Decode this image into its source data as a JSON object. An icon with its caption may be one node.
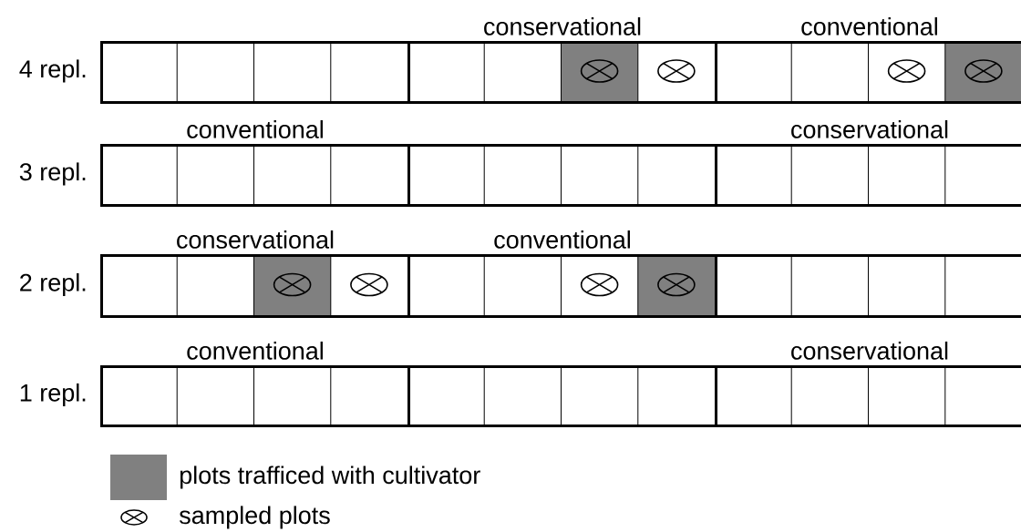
{
  "diagram": {
    "nodes": [
      {
        "text": [],
        "shape": "box"
      },
      {
        "text": [
          "conservational"
        ]
      },
      {
        "text": [
          "conventional"
        ]
      },
      {
        "text": [
          "conventional"
        ]
      },
      {
        "text": [],
        "shape": "box"
      },
      {
        "text": [
          "conservational"
        ]
      },
      {
        "text": [
          "conservational"
        ]
      },
      {
        "text": [
          "conventional"
        ]
      },
      {
        "text": [],
        "shape": "box"
      },
      {
        "text": [
          "conventional"
        ]
      },
      {
        "text": [],
        "shape": "box"
      },
      {
        "text": [
          "conservational"
        ]
      }
    ],
    "labels": [
      "4 repl.",
      "3 repl.",
      "2 repl.",
      "1 repl."
    ],
    "legend": [
      {
        "text": "plots trafficed with cultivator",
        "color": "#808080"
      },
      {
        "text": "sampled plots"
      }
    ]
  }
}
